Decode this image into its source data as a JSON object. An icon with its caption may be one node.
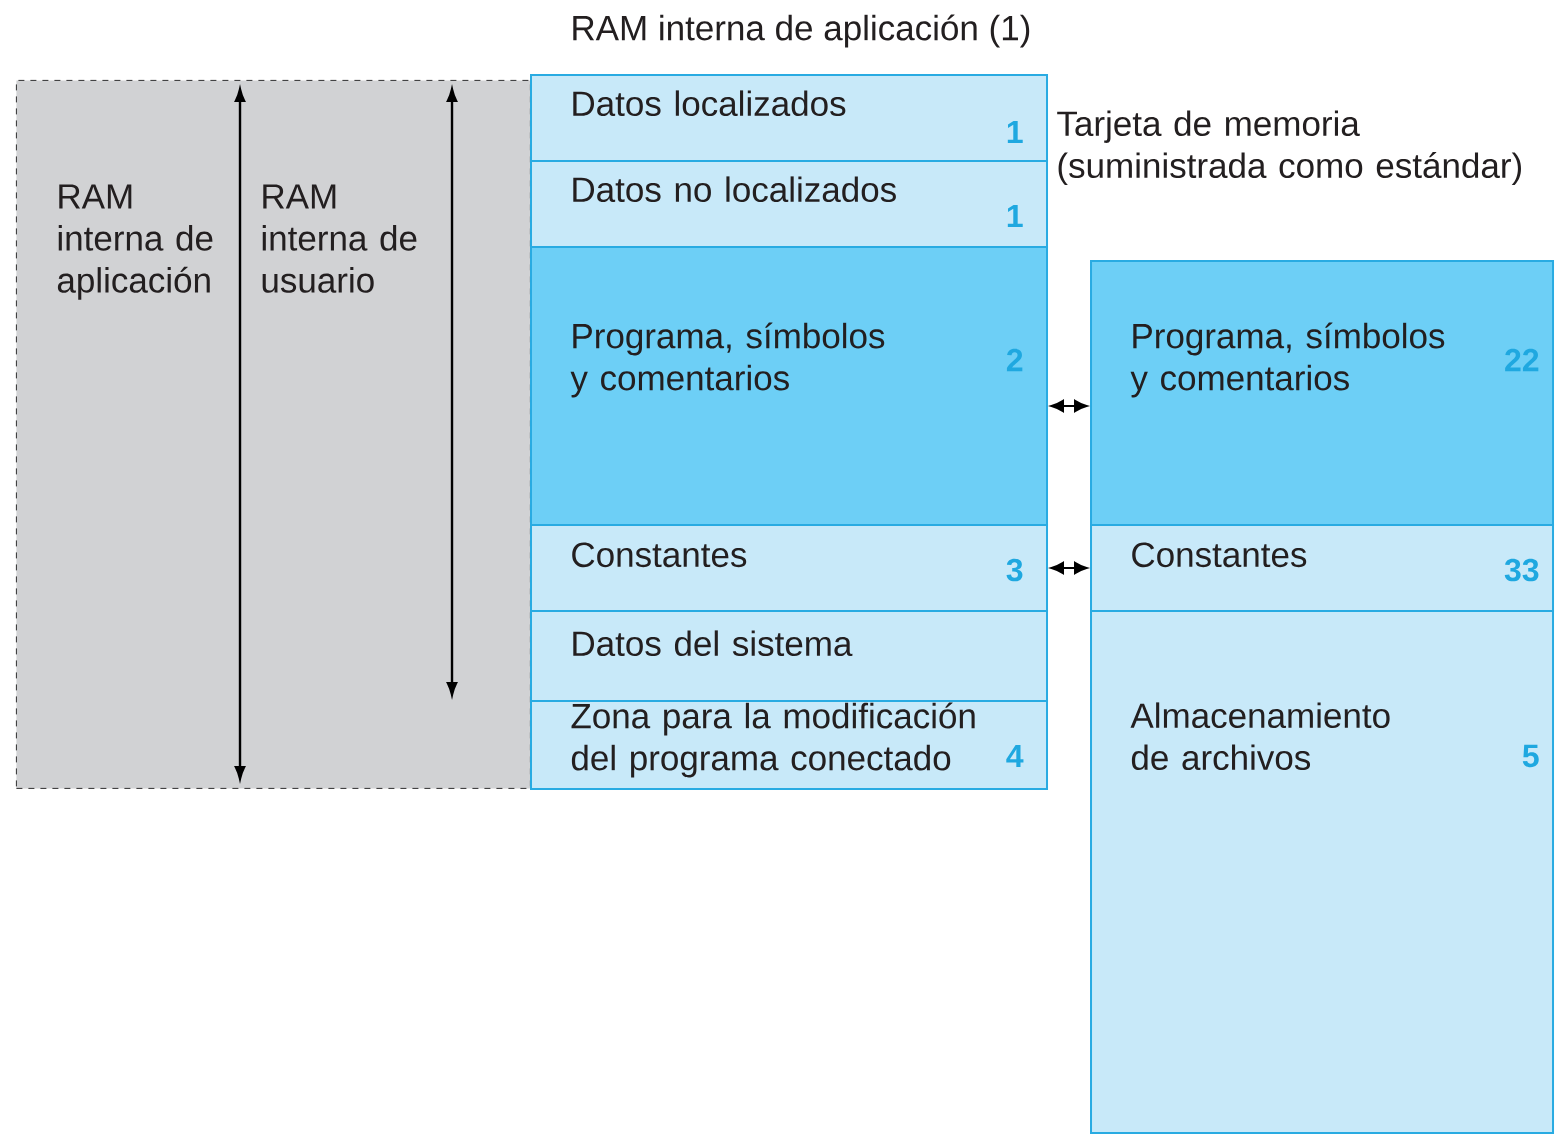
{
  "diagram": {
    "title": "RAM interna de aplicación (1)",
    "nodes": [
      {
        "text": [
          "RAM interna de aplicación",
          "RAM interna de usuario"
        ]
      },
      {
        "text": [
          "Datos localizados",
          "1"
        ]
      },
      {
        "text": [
          "Datos no localizados",
          "1"
        ]
      },
      {
        "text": [
          "Programa, símbolos y comentarios",
          "2"
        ]
      },
      {
        "text": [
          "Constantes",
          "3"
        ]
      },
      {
        "text": [
          "Datos del sistema"
        ]
      },
      {
        "text": [
          "Zona para la modificación del programa conectado",
          "4"
        ]
      },
      {
        "text": [
          "Programa, símbolos y comentarios",
          "22"
        ]
      },
      {
        "text": [
          "Constantes",
          "33"
        ]
      },
      {
        "text": [
          "Almacenamiento de archivos",
          "5"
        ]
      }
    ],
    "edges": [
      {
        "from": 3,
        "to": 7,
        "arrow": "both"
      },
      {
        "from": 4,
        "to": 8,
        "arrow": "both"
      }
    ],
    "labels": [
      "Tarjeta de memoria (suministrada como estándar)"
    ]
  }
}
